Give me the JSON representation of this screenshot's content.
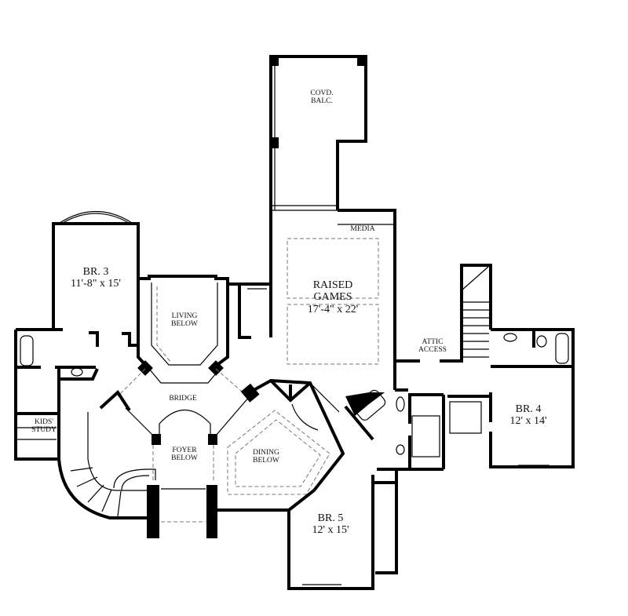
{
  "rooms": {
    "covd_balc": {
      "name": "COVD.",
      "name2": "BALC."
    },
    "media": {
      "name": "MEDIA"
    },
    "raised_games": {
      "name": "RAISED",
      "name2": "GAMES",
      "size": "17'-4\" x 22'"
    },
    "br3": {
      "name": "BR. 3",
      "size": "11'-8\" x 15'"
    },
    "living": {
      "name": "LIVING",
      "name2": "BELOW"
    },
    "bridge": {
      "name": "BRIDGE"
    },
    "foyer": {
      "name": "FOYER",
      "name2": "BELOW"
    },
    "dining": {
      "name": "DINING",
      "name2": "BELOW"
    },
    "kids_study": {
      "name": "KIDS'",
      "name2": "STUDY"
    },
    "attic": {
      "name": "ATTIC",
      "name2": "ACCESS"
    },
    "br4": {
      "name": "BR. 4",
      "size": "12' x 14'"
    },
    "br5": {
      "name": "BR. 5",
      "size": "12' x 15'"
    }
  }
}
